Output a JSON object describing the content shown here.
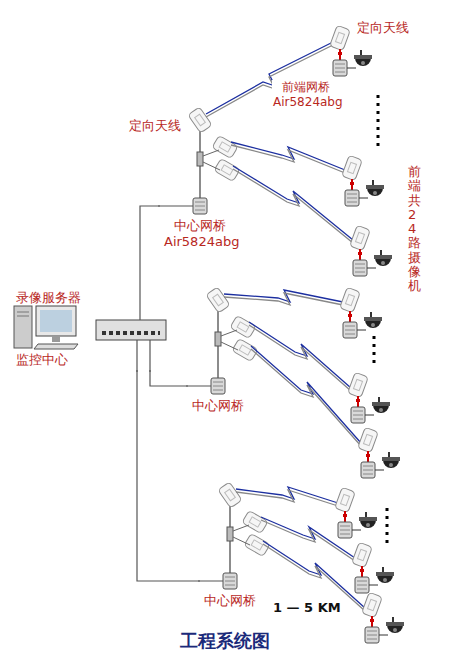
{
  "diagram": {
    "title": "工程系统图",
    "nodes": [
      {
        "text": [
          "录像服务器",
          "监控中心"
        ]
      },
      {
        "text": [
          "中心网桥 Air5824abg"
        ]
      },
      {
        "text": [
          "中心网桥"
        ]
      },
      {
        "text": [
          "中心网桥"
        ]
      }
    ],
    "edges": [
      {
        "from": 0,
        "to": 1,
        "arrow": "none"
      },
      {
        "from": 0,
        "to": 2,
        "arrow": "none"
      },
      {
        "from": 0,
        "to": 3,
        "arrow": "none"
      }
    ],
    "labels": [
      "定向天线",
      "前端网桥 Air5824abg",
      "定向天线",
      "前端共24路摄像机",
      "1 — 5 KM"
    ]
  }
}
